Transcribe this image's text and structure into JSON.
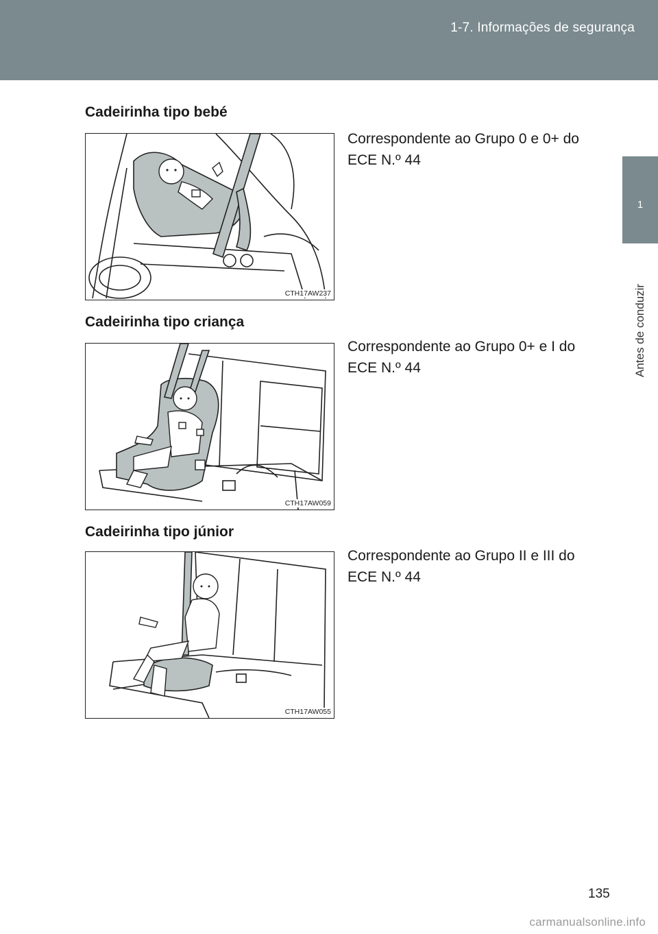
{
  "header": {
    "section": "1-7. Informações de segurança"
  },
  "side_tab": {
    "number": "1",
    "label": "Antes de conduzir"
  },
  "sections": [
    {
      "title": "Cadeirinha tipo bebé",
      "description": "Correspondente ao Grupo 0 e 0+ do ECE N.º 44",
      "figure_code": "CTH17AW237"
    },
    {
      "title": "Cadeirinha tipo criança",
      "description": "Correspondente ao Grupo 0+ e I do ECE N.º 44",
      "figure_code": "CTH17AW059"
    },
    {
      "title": "Cadeirinha tipo júnior",
      "description": "Correspondente ao Grupo II e III do ECE N.º 44",
      "figure_code": "CTH17AW055"
    }
  ],
  "page_number": "135",
  "watermark": "carmanualsonline.info"
}
